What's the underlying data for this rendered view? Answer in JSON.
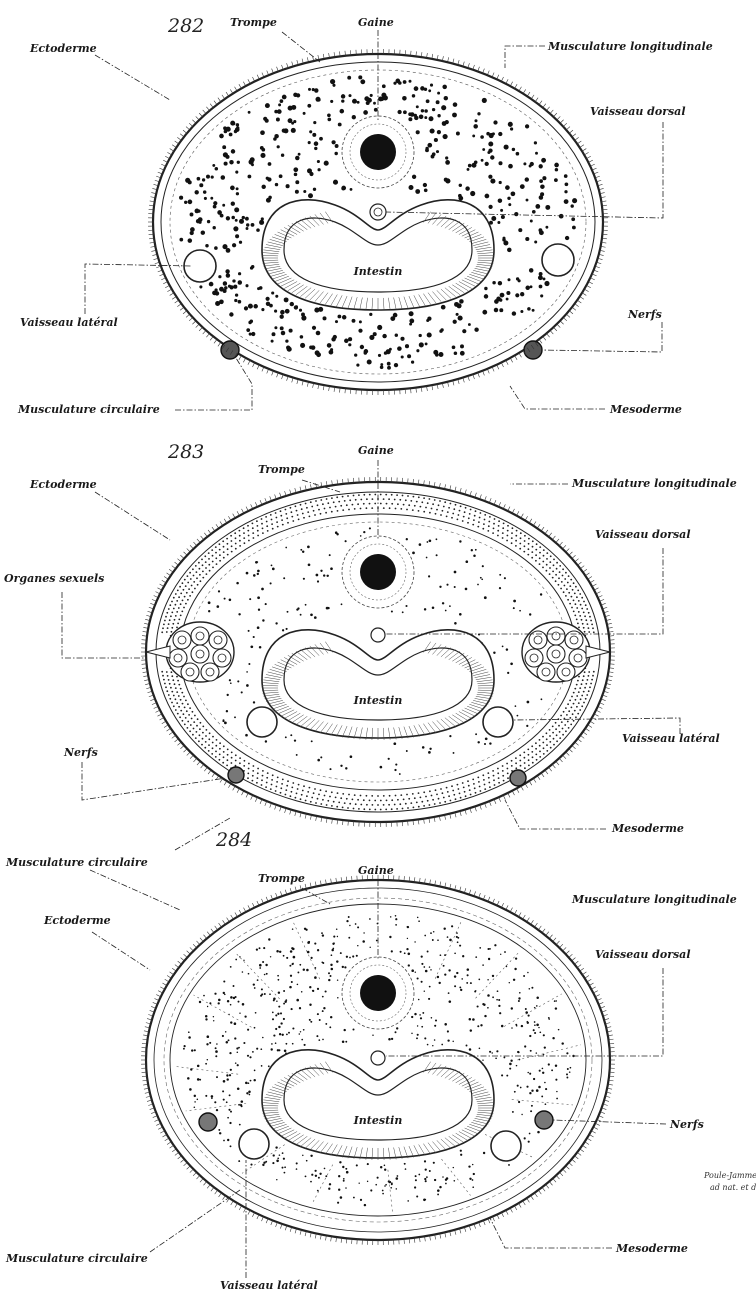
{
  "figures": [
    {
      "number": "282",
      "labels": {
        "trompe": "Trompe",
        "gaine": "Gaine",
        "ectoderme": "Ectoderme",
        "musc_long": "Musculature longitudinale",
        "vaisseau_dorsal": "Vaisseau dorsal",
        "intestin": "Intestin",
        "vaisseau_lateral": "Vaisseau latéral",
        "nerfs": "Nerfs",
        "musc_circ": "Musculature circulaire",
        "mesoderme": "Mesoderme"
      }
    },
    {
      "number": "283",
      "labels": {
        "trompe": "Trompe",
        "gaine": "Gaine",
        "ectoderme": "Ectoderme",
        "musc_long": "Musculature longitudinale",
        "vaisseau_dorsal": "Vaisseau dorsal",
        "organes_sexuels": "Organes sexuels",
        "intestin": "Intestin",
        "nerfs": "Nerfs",
        "vaisseau_lateral": "Vaisseau latéral",
        "mesoderme": "Mesoderme"
      }
    },
    {
      "number": "284",
      "labels": {
        "musc_circ_top": "Musculature circulaire",
        "trompe": "Trompe",
        "gaine": "Gaine",
        "musc_long": "Musculature longitudinale",
        "ectoderme": "Ectoderme",
        "vaisseau_dorsal": "Vaisseau dorsal",
        "intestin": "Intestin",
        "nerfs": "Nerfs",
        "musc_circ": "Musculature circulaire",
        "mesoderme": "Mesoderme",
        "vaisseau_lateral": "Vaisseau latéral"
      }
    }
  ],
  "signature": {
    "line1": "Poule-Jammes",
    "line2": "ad nat. et del."
  },
  "colors": {
    "ink": "#1a1a1a",
    "paper": "#ffffff"
  }
}
